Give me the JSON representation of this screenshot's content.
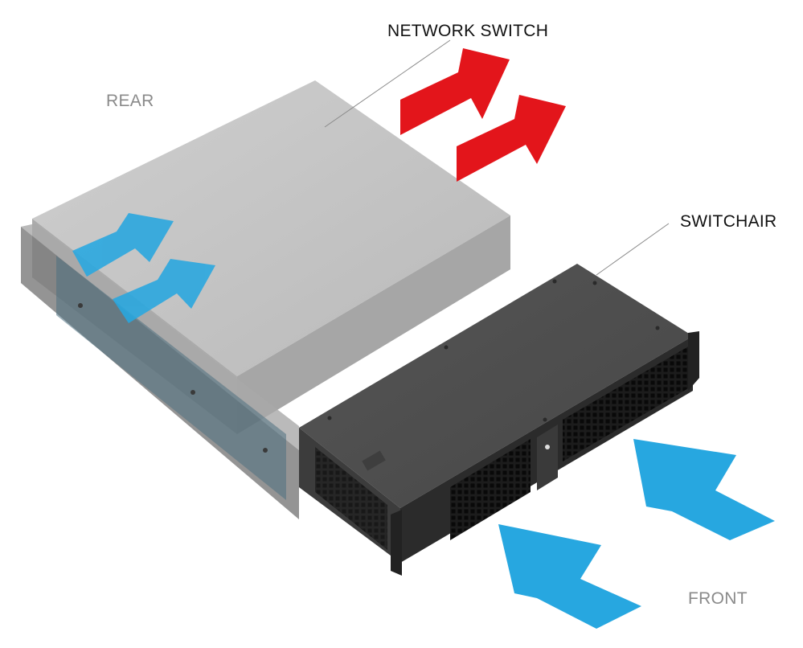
{
  "labels": {
    "network_switch": "NETWORK SWITCH",
    "switchair": "SWITCHAIR",
    "rear": "REAR",
    "front": "FRONT"
  },
  "colors": {
    "exhaust_arrow": "#e3151b",
    "intake_arrow": "#27a7e0",
    "switch_top": "#bfbfbf",
    "switchair_body": "#505050",
    "label_dark": "#111111",
    "label_grey": "#8a8a8a"
  },
  "icons": {
    "hot_air": "arrow-icon",
    "cold_air": "arrow-icon",
    "logo": "vertiv-logo-icon"
  }
}
